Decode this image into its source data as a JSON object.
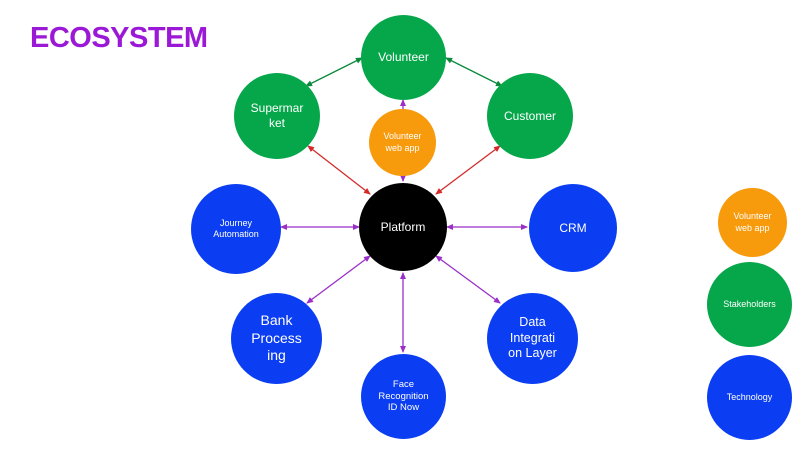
{
  "title": "ECOSYSTEM",
  "nodes": {
    "volunteer": "Volunteer",
    "supermarket": "Supermar\nket",
    "customer": "Customer",
    "volunteer_web_app": "Volunteer\nweb app",
    "platform": "Platform",
    "journey_automation": "Journey\nAutomation",
    "crm": "CRM",
    "bank_processing": "Bank\nProcess\ning",
    "data_integration_layer": "Data\nIntegrati\non Layer",
    "face_recognition": "Face\nRecognition\nID Now"
  },
  "legend": {
    "volunteer_web_app": "Volunteer\nweb app",
    "stakeholders": "Stakeholders",
    "technology": "Technology"
  },
  "colors": {
    "title": "#9b19d6",
    "stakeholders": "#05a74a",
    "technology": "#0b3ef2",
    "app": "#f79a0c",
    "platform": "#000000",
    "arrow_green": "#0a8a3a",
    "arrow_red": "#d42a2a",
    "arrow_purple": "#9b2fc8"
  }
}
